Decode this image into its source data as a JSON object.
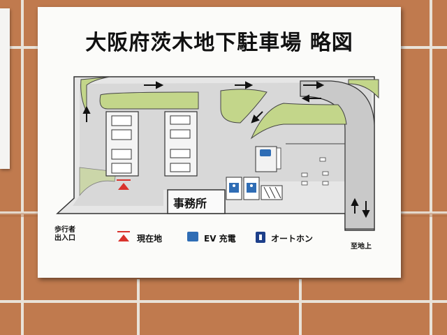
{
  "sign": {
    "title": "大阪府茨木地下駐車場 略図",
    "office_label": "事務所",
    "pedestrian_label_line1": "歩行者",
    "pedestrian_label_line2": "出入口",
    "to_ground_label": "至地上"
  },
  "legend": {
    "current_location": "現在地",
    "ev_charging": "EV 充電",
    "intercom": "オートホン"
  },
  "colors": {
    "wall": "#c07a4e",
    "sign_background": "#fbfbf9",
    "road_gray": "#d8d8d8",
    "green_area": "#c3d68a",
    "current_location_red": "#d9322c",
    "accessible_blue": "#2f6db5"
  }
}
